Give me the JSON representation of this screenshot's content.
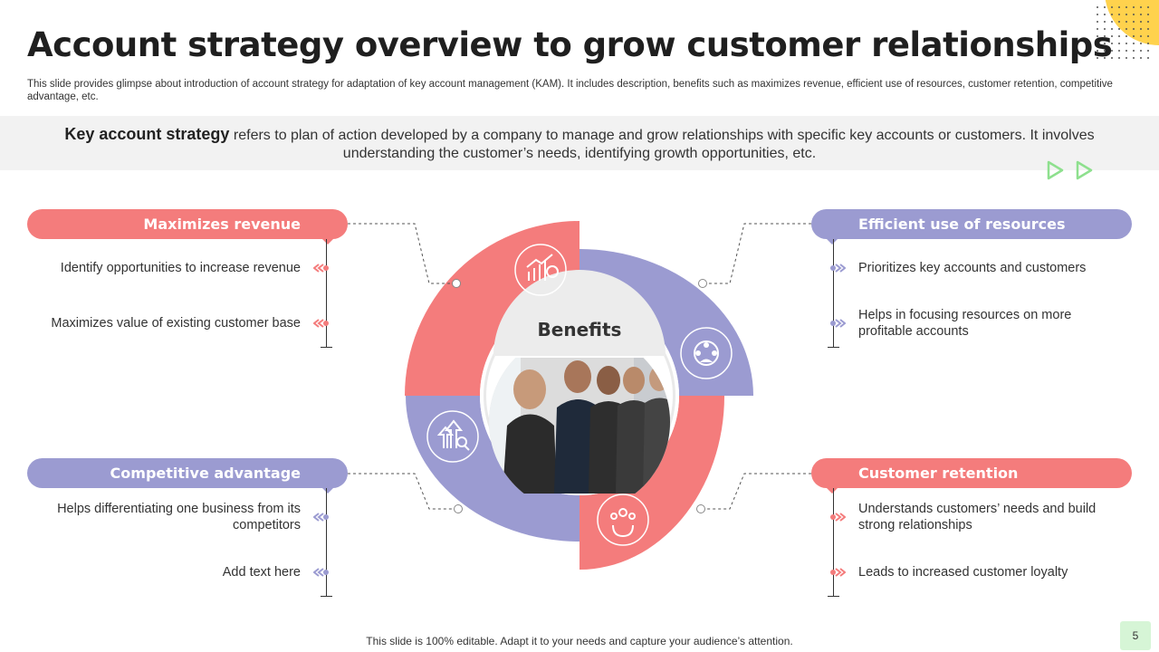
{
  "title": "Account strategy overview to grow customer relationships",
  "subtitle": "This slide provides glimpse about introduction of account strategy for adaptation of key account management (KAM). It includes description, benefits such as maximizes revenue, efficient use of resources, customer retention, competitive advantage, etc.",
  "intro": {
    "bold": "Key account strategy",
    "text": " refers to plan of action developed by a company to manage and grow relationships with specific key accounts or customers. It involves understanding the customer’s needs, identifying growth opportunities, etc."
  },
  "center_label": "Benefits",
  "colors": {
    "coral": "#f47c7c",
    "lavender": "#9b9bd1",
    "green": "#8ee08e",
    "yellow": "#ffd24d"
  },
  "sections": {
    "revenue": {
      "title": "Maximizes revenue",
      "items": [
        "Identify opportunities to increase revenue",
        "Maximizes value of existing customer base"
      ],
      "icon": "revenue-chart-icon"
    },
    "resources": {
      "title": "Efficient use of resources",
      "items": [
        "Prioritizes key accounts and customers",
        "Helps in focusing resources on more profitable accounts"
      ],
      "icon": "team-globe-icon"
    },
    "competitive": {
      "title": "Competitive advantage",
      "items": [
        "Helps differentiating one business from its competitors",
        "Add text here"
      ],
      "icon": "growth-search-icon"
    },
    "retention": {
      "title": "Customer retention",
      "items": [
        "Understands customers’ needs and build strong relationships",
        "Leads to increased customer loyalty"
      ],
      "icon": "magnet-people-icon"
    }
  },
  "footer": "This slide is 100% editable. Adapt it to your needs and capture your audience’s attention.",
  "page_number": "5"
}
